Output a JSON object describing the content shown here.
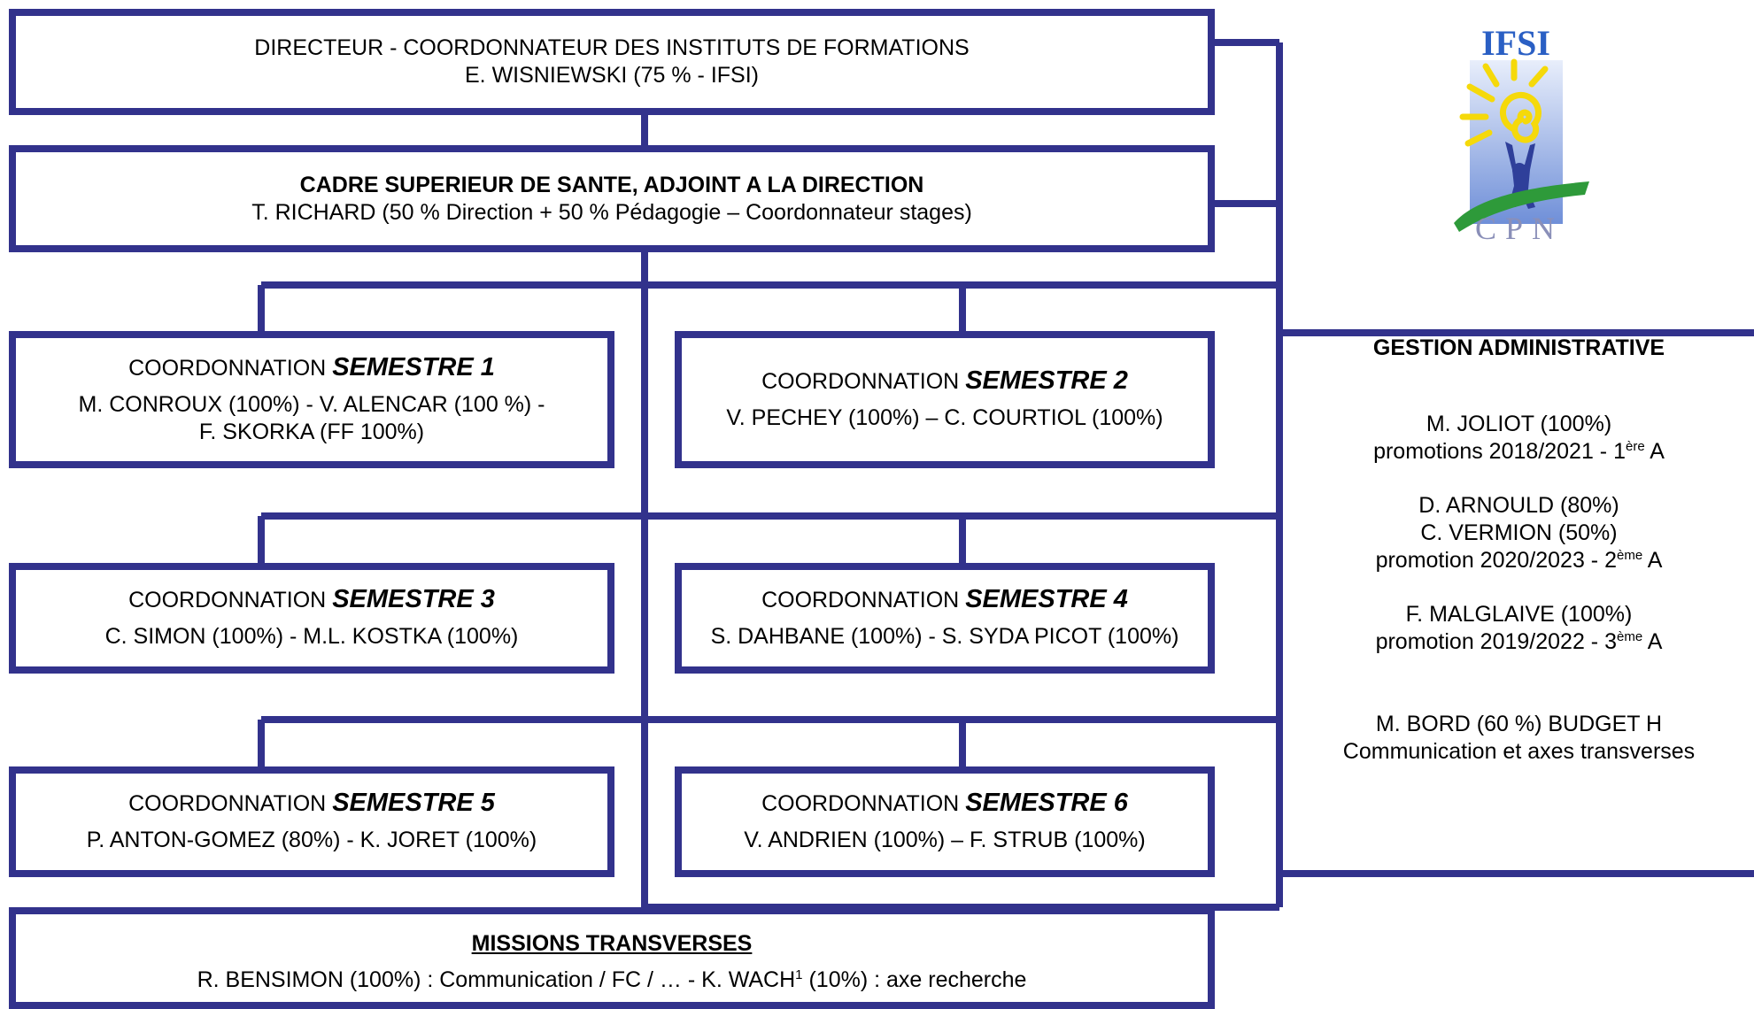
{
  "director": {
    "line1": "DIRECTEUR - COORDONNATEUR DES INSTITUTS DE FORMATIONS",
    "line2": "E. WISNIEWSKI  (75 % - IFSI)"
  },
  "deputy": {
    "line1": "CADRE SUPERIEUR DE SANTE, ADJOINT A LA DIRECTION",
    "line2": "T. RICHARD (50 % Direction + 50 % Pédagogie – Coordonnateur stages)"
  },
  "semesters": [
    {
      "prefix": "COORDONNATION ",
      "name": "SEMESTRE 1",
      "staff": "M. CONROUX (100%) - V. ALENCAR (100 %) -",
      "staff2": "F. SKORKA (FF 100%)"
    },
    {
      "prefix": "COORDONNATION ",
      "name": "SEMESTRE 2",
      "staff": "V. PECHEY (100%) – C. COURTIOL (100%)"
    },
    {
      "prefix": "COORDONNATION ",
      "name": "SEMESTRE 3",
      "staff": "C. SIMON (100%) - M.L. KOSTKA (100%)"
    },
    {
      "prefix": "COORDONNATION ",
      "name": "SEMESTRE 4",
      "staff": "S. DAHBANE (100%) - S. SYDA PICOT (100%)"
    },
    {
      "prefix": "COORDONNATION ",
      "name": "SEMESTRE 5",
      "staff": "P. ANTON-GOMEZ (80%) - K. JORET (100%)"
    },
    {
      "prefix": "COORDONNATION ",
      "name": "SEMESTRE 6",
      "staff": "V. ANDRIEN (100%) – F. STRUB (100%)"
    }
  ],
  "admin": {
    "title": "GESTION ADMINISTRATIVE",
    "g1_l1": "M. JOLIOT (100%)",
    "g1_l2": "promotions 2018/2021 - 1",
    "g1_sup": "ère",
    "g1_end": " A",
    "g2_l1": "D. ARNOULD (80%)",
    "g2_l2": "C. VERMION (50%)",
    "g2_l3": "promotion 2020/2023 - 2",
    "g2_sup": "ème",
    "g2_end": " A",
    "g3_l1": "F. MALGLAIVE (100%)",
    "g3_l2": "promotion 2019/2022 - 3",
    "g3_sup": "ème",
    "g3_end": " A",
    "g4_l1": "M. BORD (60 %) BUDGET H",
    "g4_l2": "Communication et axes transverses"
  },
  "missions": {
    "title": "MISSIONS TRANSVERSES",
    "line_a": "R. BENSIMON (100%) : Communication / FC / … - K. WACH",
    "line_sup": "1",
    "line_b": " (10%) : axe recherche"
  },
  "logo": {
    "top_text": "IFSI",
    "bottom_text": "CPN",
    "colors": {
      "blue": "#2a5fc4",
      "yellow": "#f5d90a",
      "green": "#2e9a3a",
      "figure": "#2f3f9a"
    }
  },
  "colors": {
    "line": "#32328c"
  }
}
